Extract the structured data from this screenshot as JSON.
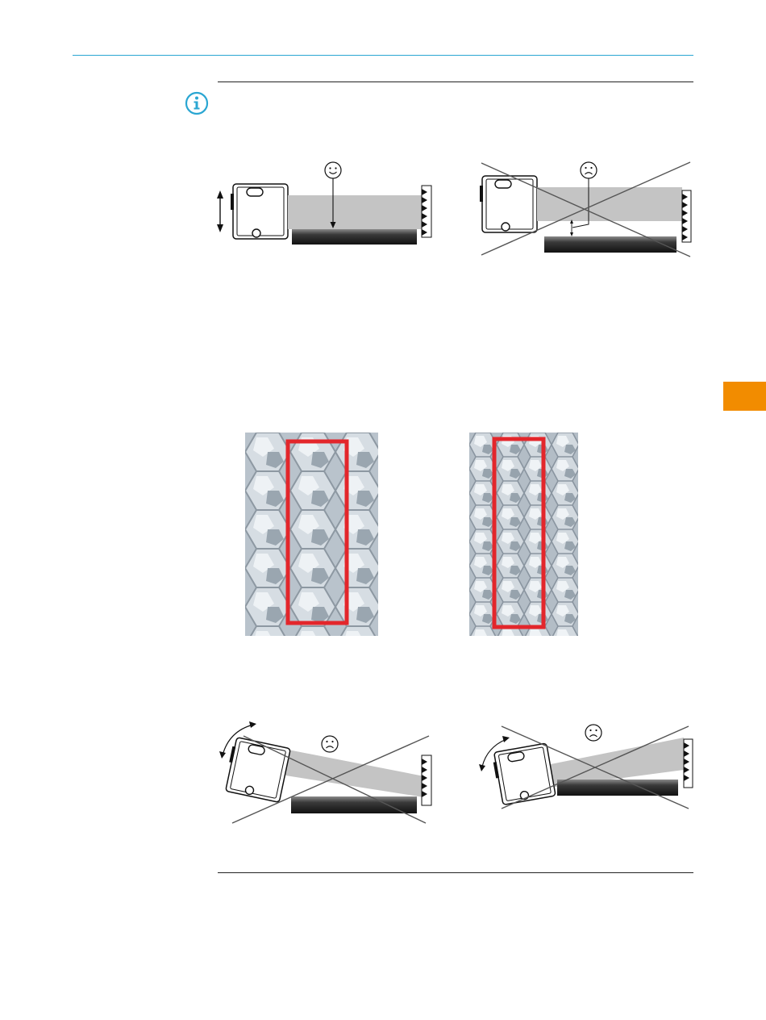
{
  "page": {
    "accent_color": "#2aa6d2",
    "chapter_tab_color": "#f28c00",
    "frame_color": "#e3262b"
  },
  "note": {
    "icon": "info-icon"
  },
  "figures": [
    {
      "name": "alignment-parallel-correct",
      "emotion": "smiley-happy-icon"
    },
    {
      "name": "alignment-offset-incorrect",
      "emotion": "smiley-sad-icon",
      "crossed_out": true
    },
    {
      "name": "reflector-wide-honeycomb"
    },
    {
      "name": "reflector-narrow-honeycomb"
    },
    {
      "name": "sensor-tilted-up-incorrect",
      "emotion": "smiley-sad-icon",
      "crossed_out": true
    },
    {
      "name": "sensor-tilted-down-incorrect",
      "emotion": "smiley-sad-icon",
      "crossed_out": true
    }
  ]
}
